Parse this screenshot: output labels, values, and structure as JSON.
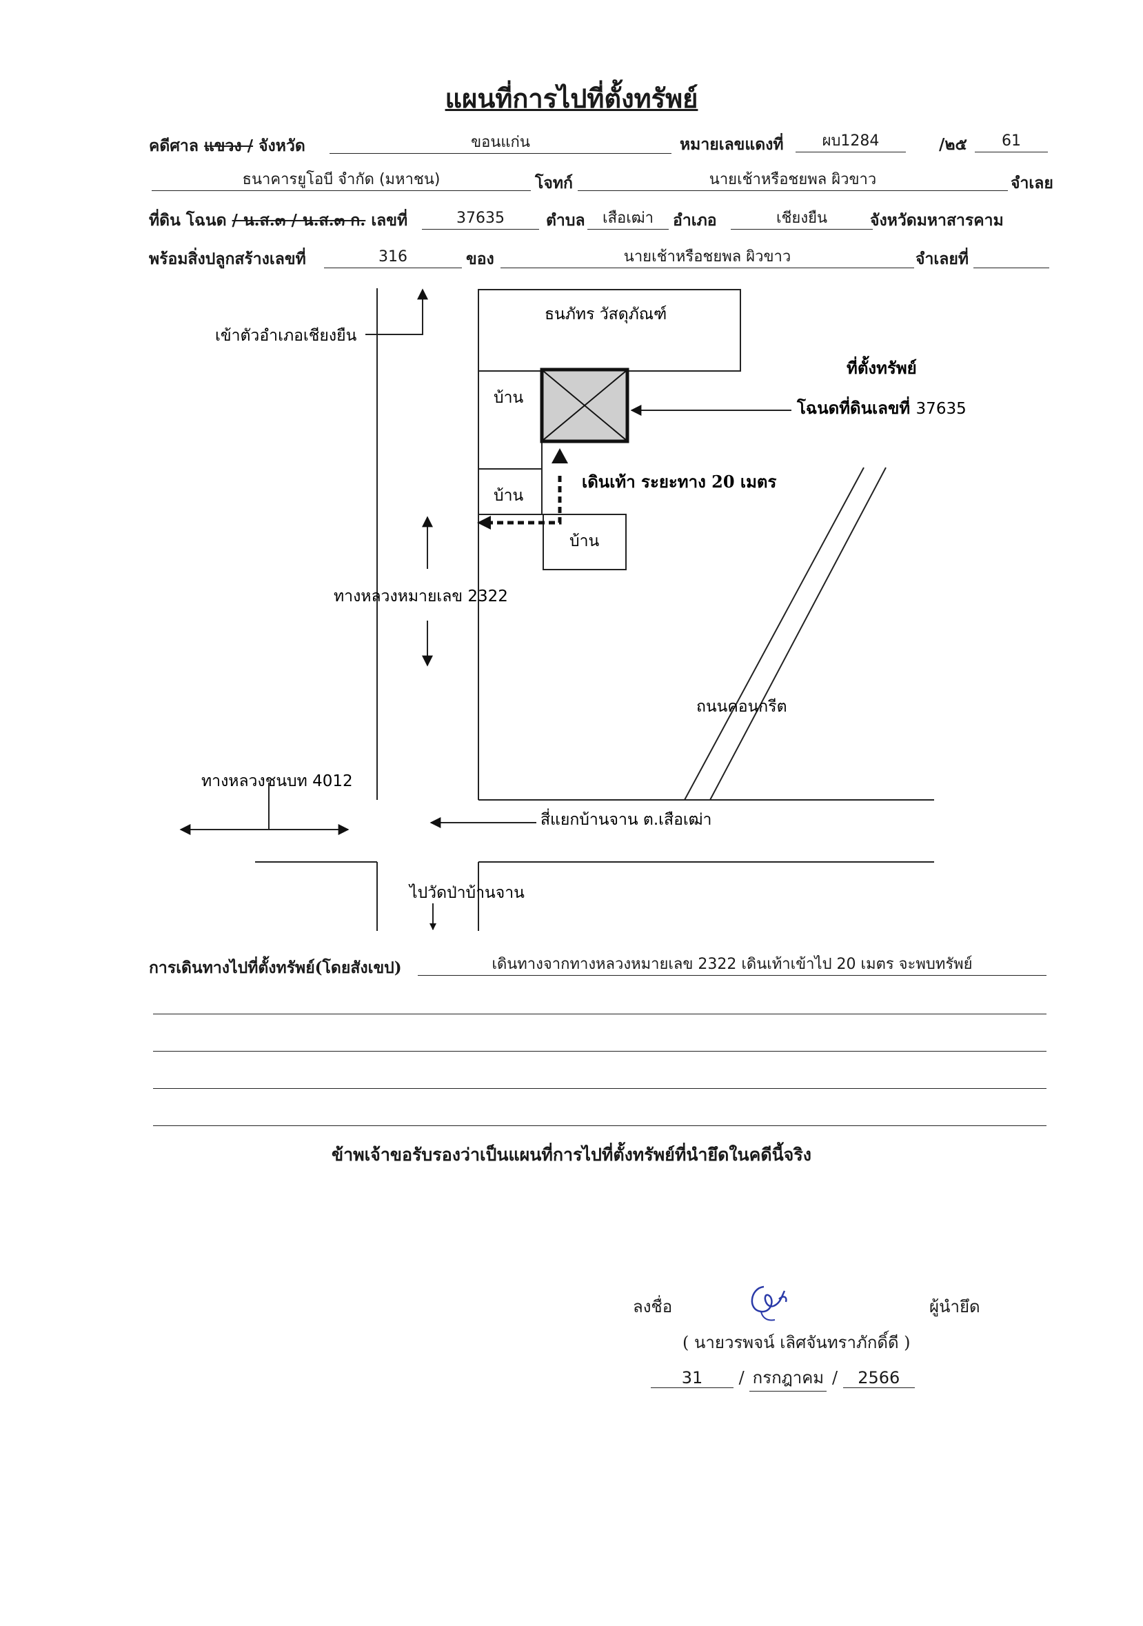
{
  "doc": {
    "title": "แผนที่การไปที่ตั้งทรัพย์",
    "court": {
      "label_prefix": "คดีศาล",
      "label_struck": "แขวง /",
      "label_suffix": "จังหวัด",
      "value": "ขอนแก่น"
    },
    "red_case": {
      "label": "หมายเลขแดงที่",
      "number": "ผบ1284",
      "sep": "/๒๕",
      "year": "61"
    },
    "plaintiff": {
      "value": "ธนาคารยูโอบี จำกัด (มหาชน)",
      "label": "โจทก์"
    },
    "defendant": {
      "value": "นายเช้าหรือชยพล ผิวขาว",
      "label": "จำเลย"
    },
    "land": {
      "label": "ที่ดิน โฉนด",
      "struck": "/ น.ส.๓ / น.ส.๓ ก.",
      "no_label": "เลขที่",
      "no_value": "37635",
      "subdistrict_label": "ตำบล",
      "subdistrict": "เสือเฒ่า",
      "district_label": "อำเภอ",
      "district": "เชียงยืน",
      "province": "จังหวัดมหาสารคาม"
    },
    "building": {
      "label": "พร้อมสิ่งปลูกสร้างเลขที่",
      "no": "316",
      "owner_label": "ของ",
      "owner": "นายเช้าหรือชยพล ผิวขาว",
      "defendant_no_label": "จำเลยที่",
      "defendant_no": ""
    }
  },
  "map": {
    "to_town": "เข้าตัวอำเภอเชียงยืน",
    "shop": "ธนภัทร วัสดุภัณฑ์",
    "house": "บ้าน",
    "property_heading": "ที่ตั้งทรัพย์",
    "deed_label": "โฉนดที่ดินเลขที่ ",
    "deed_no": "37635",
    "walk_label": "เดินเท้า ระยะทาง ",
    "walk_dist": "20 เมตร",
    "highway": "ทางหลวงหมายเลข 2322",
    "concrete_road": "ถนนคอนกรีต",
    "rural_road": "ทางหลวงชนบท 4012",
    "intersection": "สี่แยกบ้านจาน ต.เสือเฒ่า",
    "to_temple": "ไปวัดป่าบ้านจาน"
  },
  "directions": {
    "label": "การเดินทางไปที่ตั้งทรัพย์(โดยสังเขป)",
    "text": "เดินทางจากทางหลวงหมายเลข 2322 เดินเท้าเข้าไป 20 เมตร จะพบทรัพย์"
  },
  "certification": "ข้าพเจ้าขอรับรองว่าเป็นแผนที่การไปที่ตั้งทรัพย์ที่นำยึดในคดีนี้จริง",
  "signature": {
    "sign_label": "ลงชื่อ",
    "role": "ผู้นำยึด",
    "name": "( นายวรพจน์ เลิศจันทราภักดิ์ดี )",
    "day": "31",
    "month": "กรกฎาคม",
    "year": "2566"
  }
}
